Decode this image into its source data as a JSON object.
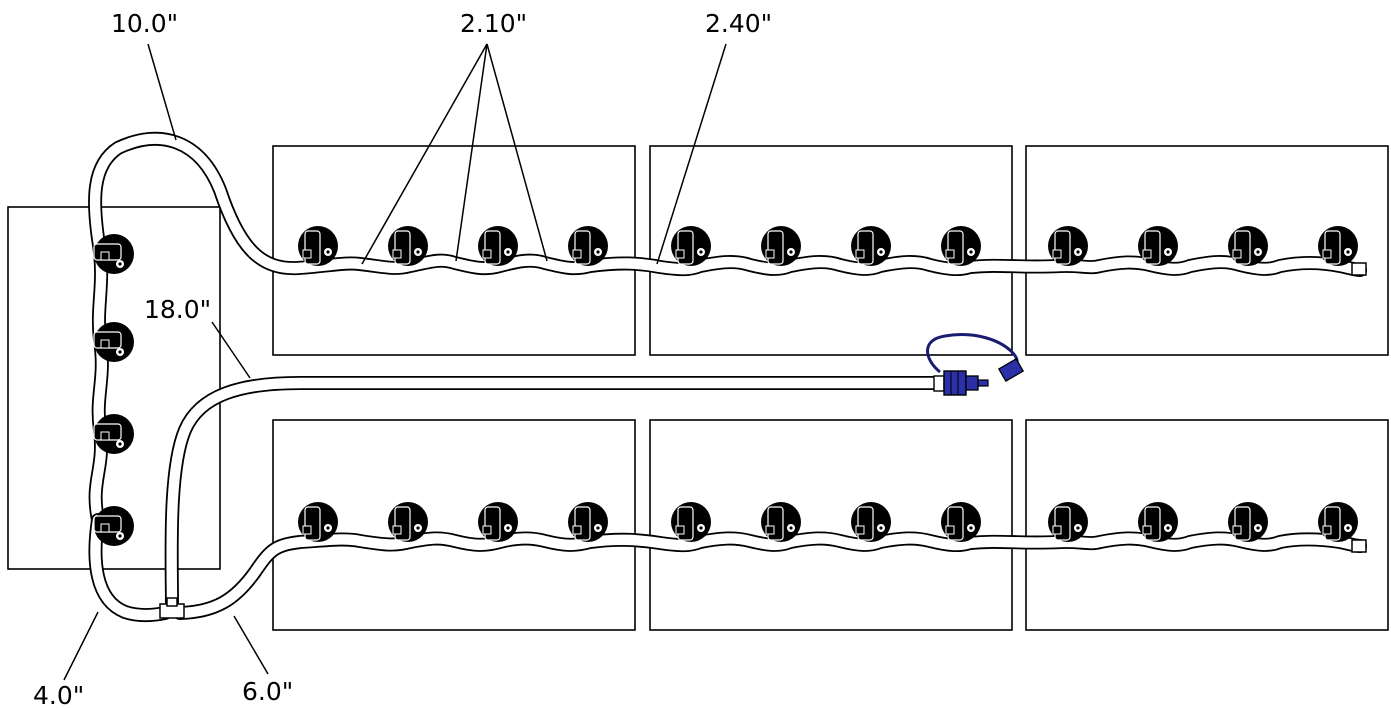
{
  "dimensions": {
    "top_left": "10.0\"",
    "cap_spacing": "2.10\"",
    "battery_gap": "2.40\"",
    "return_line": "18.0\"",
    "bottom_left": "4.0\"",
    "bottom_mid": "6.0\""
  },
  "colors": {
    "outline": "#000000",
    "tube_fill": "#ffffff",
    "cap": "#000000",
    "connector": "#2b2fa8",
    "connector_dark": "#1a1c70"
  },
  "icons": {
    "watering_cap": "battery-watering-cap-icon",
    "tee": "tee-fitting-icon",
    "end_plug": "end-plug-icon",
    "quick_connect": "quick-connect-coupler-icon"
  }
}
